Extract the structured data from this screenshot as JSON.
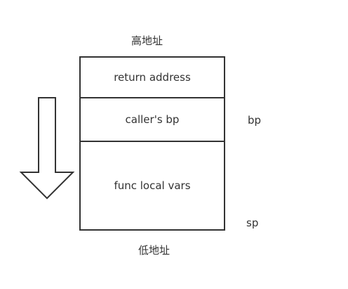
{
  "labels": {
    "top": "高地址",
    "bottom": "低地址",
    "bp": "bp",
    "sp": "sp"
  },
  "stack": {
    "frames": [
      {
        "label": "return address"
      },
      {
        "label": "caller's bp"
      },
      {
        "label": "func local vars"
      }
    ]
  },
  "colors": {
    "stroke": "#333333",
    "background": "#ffffff"
  },
  "icons": {
    "direction": "down-arrow-icon"
  }
}
